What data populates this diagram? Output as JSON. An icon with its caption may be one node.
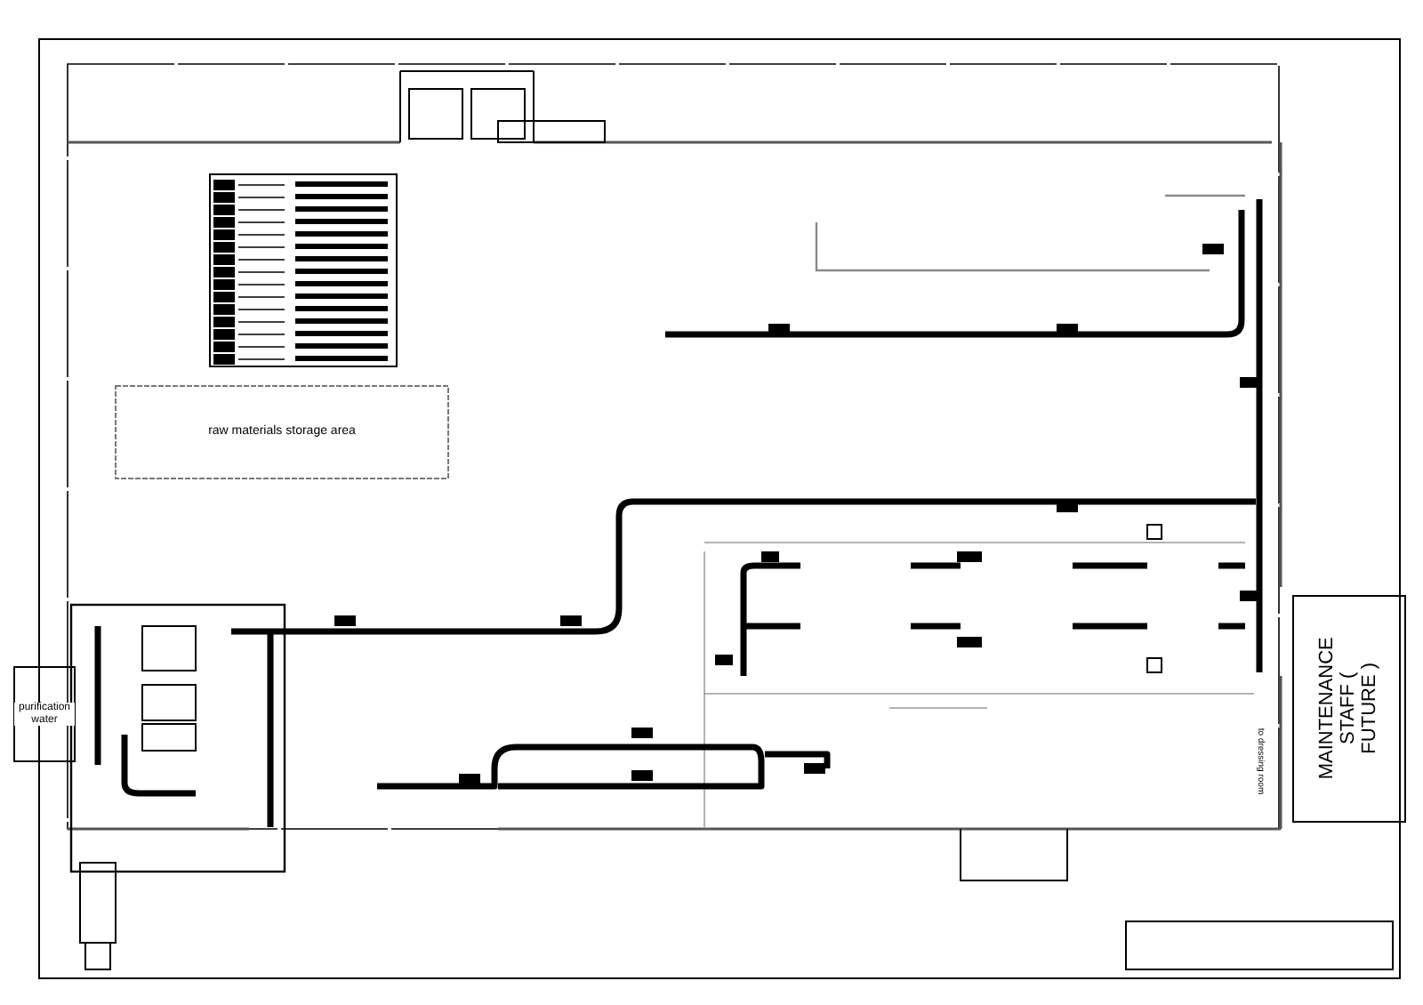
{
  "diagram": {
    "nodes": [
      {
        "text": [
          "raw materials storage area"
        ]
      },
      {
        "text": [
          "purification water"
        ]
      },
      {
        "text": [
          "MAINTENANCE STAFF ( FUTURE )"
        ]
      }
    ],
    "labels": [
      "to dressing room"
    ]
  }
}
